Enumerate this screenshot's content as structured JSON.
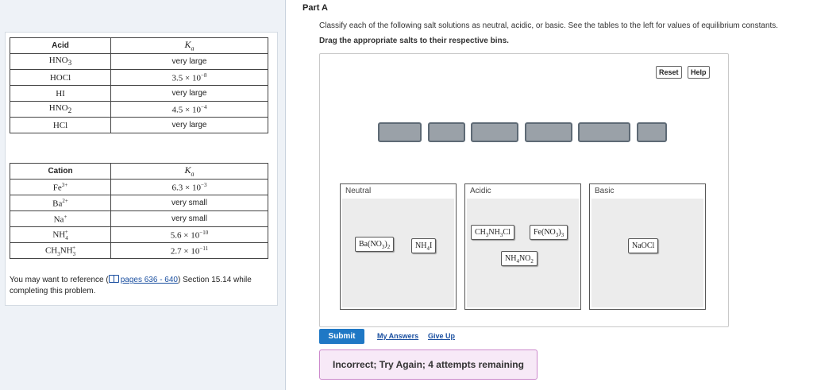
{
  "acid_table": {
    "header": {
      "col1": "Acid",
      "col2": "Ka"
    },
    "rows": [
      {
        "species": "HNO3",
        "value": "very large"
      },
      {
        "species": "HOCl",
        "value": "3.5 × 10−8"
      },
      {
        "species": "HI",
        "value": "very large"
      },
      {
        "species": "HNO2",
        "value": "4.5 × 10−4"
      },
      {
        "species": "HCl",
        "value": "very large"
      }
    ]
  },
  "cation_table": {
    "header": {
      "col1": "Cation",
      "col2": "Ka"
    },
    "rows": [
      {
        "species": "Fe3+",
        "value": "6.3 × 10−3"
      },
      {
        "species": "Ba2+",
        "value": "very small"
      },
      {
        "species": "Na+",
        "value": "very small"
      },
      {
        "species": "NH4+",
        "value": "5.6 × 10−10"
      },
      {
        "species": "CH3NH3+",
        "value": "2.7 × 10−11"
      }
    ]
  },
  "reference": {
    "prefix": "You may want to reference (",
    "link": "pages 636 - 640",
    "suffix": ") Section 15.14 while completing this problem."
  },
  "part_title": "Part A",
  "instructions": "Classify each of the following salt solutions as neutral, acidic, or basic. See the tables to the left for values of equilibrium constants.",
  "drag_instructions": "Drag the appropriate salts to their respective bins.",
  "buttons": {
    "reset": "Reset",
    "help": "Help",
    "submit": "Submit"
  },
  "links": {
    "my_answers": "My Answers",
    "give_up": "Give Up"
  },
  "bins": {
    "neutral": {
      "label": "Neutral",
      "items": [
        "Ba(NO3)2",
        "NH4I"
      ]
    },
    "acidic": {
      "label": "Acidic",
      "items": [
        "CH3NH3Cl",
        "Fe(NO3)3",
        "NH4NO2"
      ]
    },
    "basic": {
      "label": "Basic",
      "items": [
        "NaOCl"
      ]
    }
  },
  "feedback": "Incorrect; Try Again; 4 attempts remaining",
  "colors": {
    "submit": "#1f78c5",
    "feedback_bg": "#f7e9f7",
    "slot": "#9aa1a8"
  }
}
